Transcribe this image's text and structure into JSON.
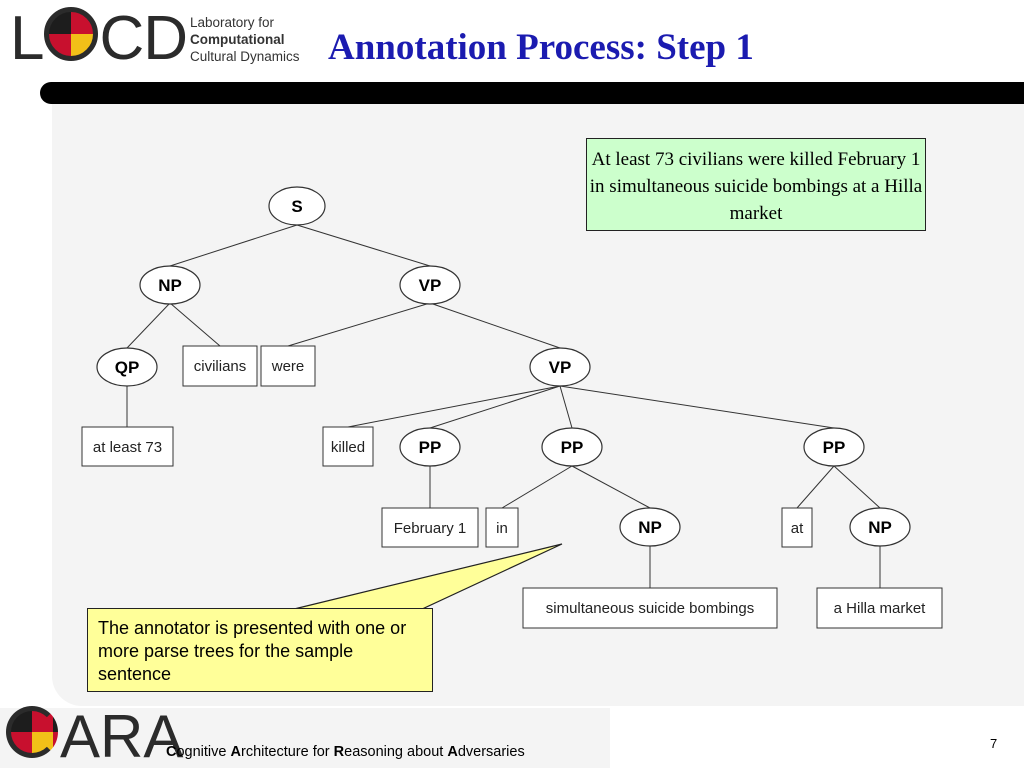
{
  "header": {
    "logo_letters": [
      "L",
      "C",
      "D"
    ],
    "lab_line1": "Laboratory for",
    "lab_line2": "Computational",
    "lab_line3": "Cultural Dynamics",
    "title": "Annotation Process: Step 1"
  },
  "sentence_box": {
    "text": "At least 73 civilians were killed February 1 in simultaneous suicide bombings at a Hilla market",
    "background": "#ccffcc"
  },
  "parse_tree": {
    "nodes": {
      "s": "S",
      "np_subject": "NP",
      "vp_outer": "VP",
      "qp": "QP",
      "vp_inner": "VP",
      "pp_date": "PP",
      "pp_in": "PP",
      "pp_at": "PP",
      "np_in": "NP",
      "np_at": "NP"
    },
    "leaves": {
      "at_least_73": "at least 73",
      "civilians": "civilians",
      "were": "were",
      "killed": "killed",
      "february_1": "February 1",
      "in": "in",
      "at": "at",
      "simultaneous": "simultaneous suicide bombings",
      "hilla": "a Hilla market"
    }
  },
  "callout": {
    "text": "The annotator is presented with one or more parse trees for the sample sentence",
    "background": "#ffff99"
  },
  "footer": {
    "logo_letters": "ARA",
    "cara_c": "C",
    "cara_rest1": "ognitive ",
    "cara_a": "A",
    "cara_rest2": "rchitecture for ",
    "cara_r": "R",
    "cara_rest3": "easoning about ",
    "cara_a2": "A",
    "cara_rest4": "dversaries",
    "page_number": "7"
  },
  "colors": {
    "title": "#1b1bb0",
    "brand_red": "#c8102e",
    "brand_gold": "#f2c018"
  }
}
